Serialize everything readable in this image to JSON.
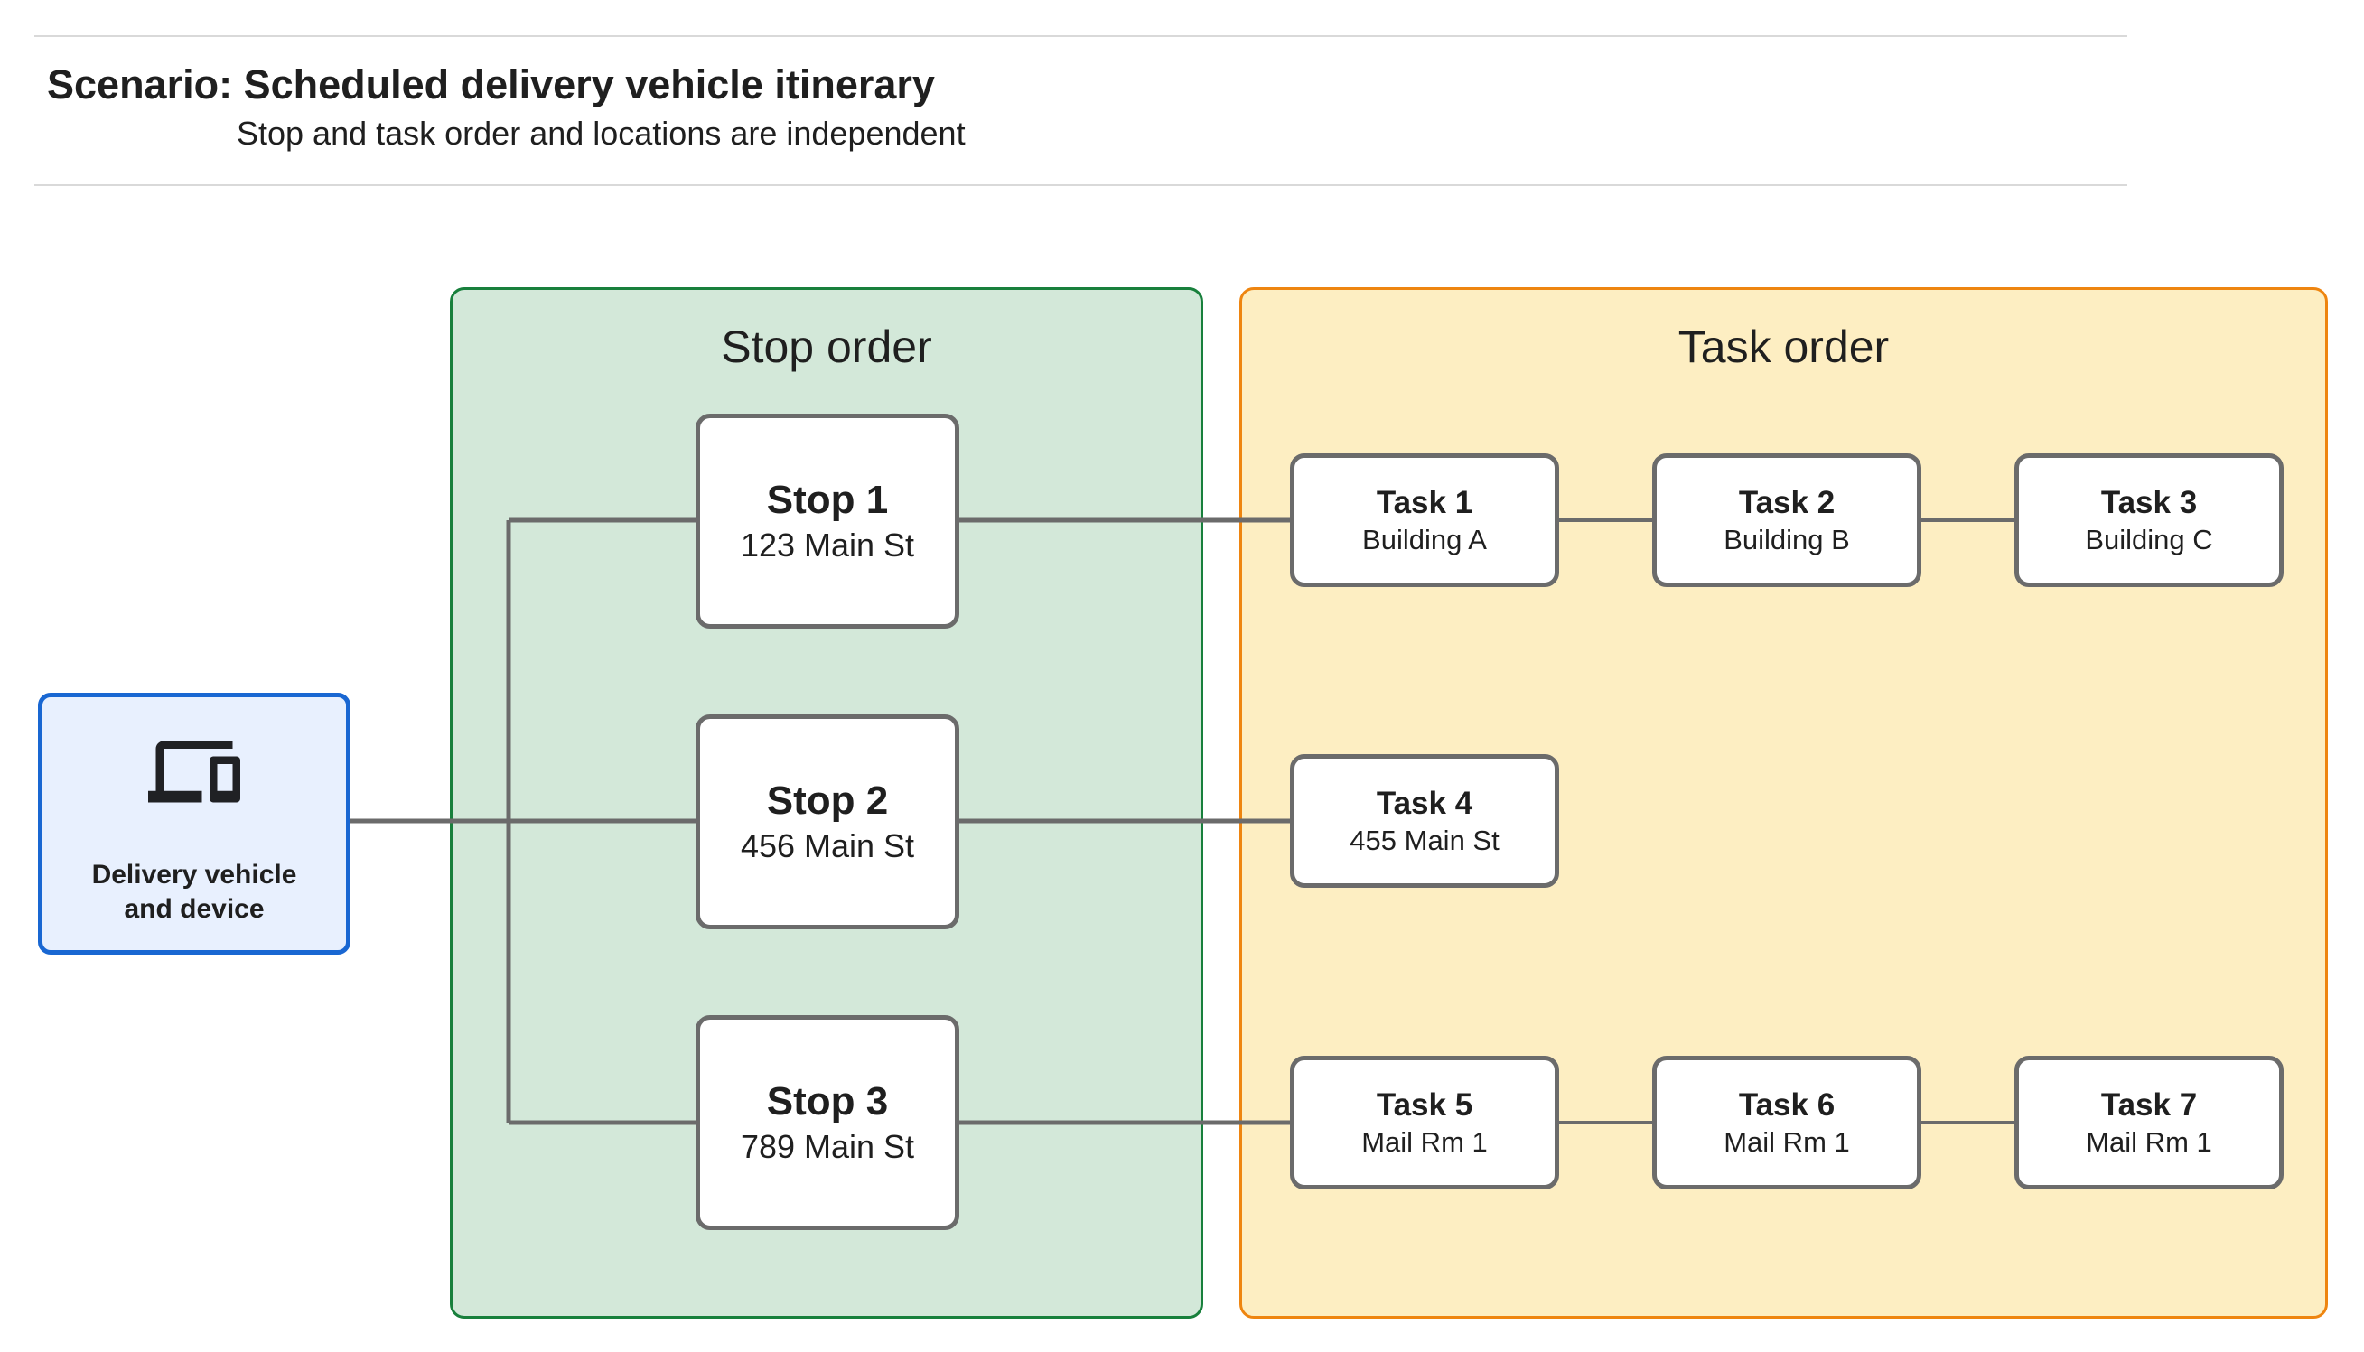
{
  "header": {
    "title": "Scenario: Scheduled delivery vehicle itinerary",
    "subtitle": "Stop and task order and locations are independent"
  },
  "vehicle": {
    "icon": "devices-icon",
    "label_line1": "Delivery vehicle",
    "label_line2": "and device"
  },
  "stop_panel": {
    "title": "Stop order",
    "stops": [
      {
        "name": "Stop 1",
        "location": "123 Main St"
      },
      {
        "name": "Stop 2",
        "location": "456 Main St"
      },
      {
        "name": "Stop 3",
        "location": "789 Main St"
      }
    ]
  },
  "task_panel": {
    "title": "Task order",
    "rows": [
      [
        {
          "name": "Task 1",
          "location": "Building A"
        },
        {
          "name": "Task 2",
          "location": "Building B"
        },
        {
          "name": "Task 3",
          "location": "Building C"
        }
      ],
      [
        {
          "name": "Task 4",
          "location": "455 Main St"
        }
      ],
      [
        {
          "name": "Task 5",
          "location": "Mail Rm 1"
        },
        {
          "name": "Task 6",
          "location": "Mail Rm 1"
        },
        {
          "name": "Task 7",
          "location": "Mail Rm 1"
        }
      ]
    ]
  },
  "colors": {
    "stop_panel_fill": "#d3e8d9",
    "stop_panel_border": "#18803c",
    "task_panel_fill": "#fdeec2",
    "task_panel_border": "#ee8510",
    "vehicle_fill": "#e8f0fe",
    "vehicle_border": "#1967d2",
    "node_border": "#6b6b6b",
    "connector_line": "#6b6b6b",
    "divider": "#d9d9d9"
  }
}
